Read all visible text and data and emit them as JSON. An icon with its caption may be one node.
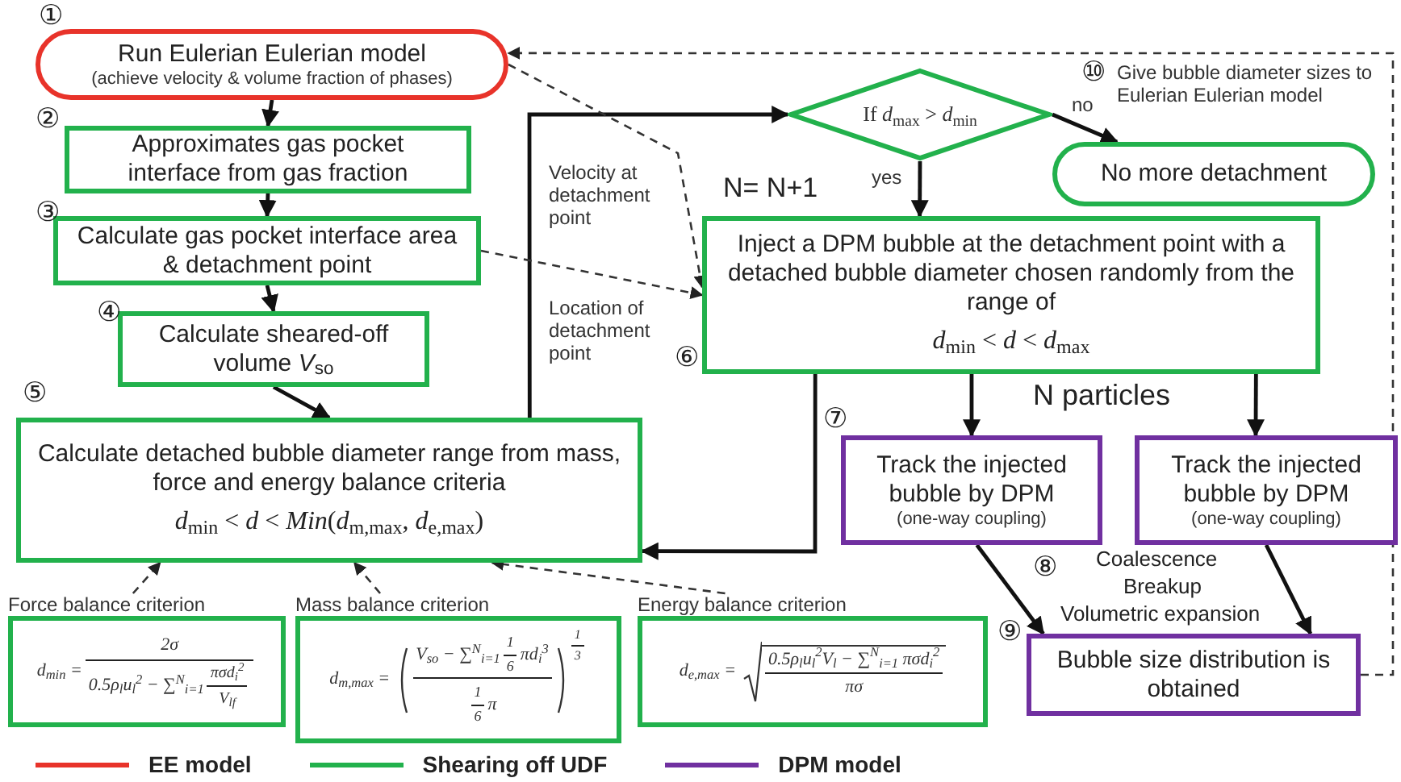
{
  "diagram": {
    "nodes": [
      {
        "text": [
          "Run Eulerian Eulerian model",
          "(achieve velocity & volume fraction of phases)"
        ]
      },
      {
        "text": [
          "Approximates gas pocket interface from gas fraction"
        ]
      },
      {
        "text": [
          "Calculate gas pocket interface area & detachment point"
        ]
      },
      {
        "text": [
          "Calculate sheared-off volume *V*$_{so}$"
        ]
      },
      {
        "text": [
          "Calculate detached bubble diameter range from mass, force and energy balance criteria",
          "*d*$_{min}$ < *d* < *Min*(*d*$_{m,max}$, *d*$_{e,max}$)"
        ]
      },
      {
        "text": [
          "Force balance criterion",
          "d$_{min}$ =",
          "2σ",
          "0.5ρ$_{l}$u$_{l}$$^{2}$ − ∑$^{N}$$_{i=1}$",
          "πσd$_{i}$$^{2}$",
          "V$_{lf}$"
        ]
      },
      {
        "text": [
          "Mass balance criterion",
          "d$_{m,max}$ =",
          "V$_{so}$ − ∑$^{N}$$_{i=1}$",
          "1",
          "6",
          "πd$_{i}$$^{3}$",
          "1",
          "6",
          "π",
          "1",
          "3"
        ]
      },
      {
        "text": [
          "Energy balance criterion",
          "d$_{e,max}$ =",
          "0.5ρ$_{l}$u$_{l}$$^{2}$V$_{l}$ − ∑$^{N}$$_{i=1}$ πσd$_{i}$$^{2}$",
          "πσ"
        ]
      },
      {
        "text": [
          "If *d*$_{max}$ > *d*$_{min}$"
        ]
      },
      {
        "text": [
          "No more detachment"
        ]
      },
      {
        "text": [
          "Inject a DPM bubble at the detachment point with a detached bubble diameter chosen randomly from the range of",
          "*d*$_{min}$ < *d* < *d*$_{max}$"
        ]
      },
      {
        "text": [
          "Track the injected bubble by DPM",
          "(one-way coupling)"
        ]
      },
      {
        "text": [
          "Track the injected bubble by DPM",
          "(one-way coupling)"
        ]
      },
      {
        "text": [
          "Bubble size distribution is obtained"
        ]
      }
    ],
    "edges": [
      {
        "from": 0,
        "to": 1,
        "arrow": "to"
      },
      {
        "from": 1,
        "to": 2,
        "arrow": "to"
      },
      {
        "from": 2,
        "to": 3,
        "arrow": "to"
      },
      {
        "from": 3,
        "to": 4,
        "arrow": "to"
      },
      {
        "from": 4,
        "to": 8,
        "arrow": "to"
      },
      {
        "from": 8,
        "to": 9,
        "arrow": "to",
        "label": "no"
      },
      {
        "from": 8,
        "to": 10,
        "arrow": "to",
        "label": "yes"
      },
      {
        "from": 0,
        "to": 10,
        "arrow": "to",
        "style": "dashed",
        "label": "Velocity at detachment point"
      },
      {
        "from": 2,
        "to": 10,
        "arrow": "to",
        "style": "dashed",
        "label": "Location of detachment point"
      },
      {
        "from": 10,
        "to": 4,
        "arrow": "to"
      },
      {
        "from": 10,
        "to": 11,
        "arrow": "to"
      },
      {
        "from": 10,
        "to": 12,
        "arrow": "to"
      },
      {
        "from": 11,
        "to": 13,
        "arrow": "to"
      },
      {
        "from": 12,
        "to": 13,
        "arrow": "to"
      },
      {
        "from": 13,
        "to": 0,
        "arrow": "to",
        "style": "dashed",
        "label": "Give bubble diameter sizes to Eulerian Eulerian model"
      },
      {
        "from": 5,
        "to": 4,
        "arrow": "to",
        "style": "dashed"
      },
      {
        "from": 6,
        "to": 4,
        "arrow": "to",
        "style": "dashed"
      },
      {
        "from": 7,
        "to": 4,
        "arrow": "to",
        "style": "dashed"
      }
    ],
    "labels": [
      "①",
      "⑩",
      "②",
      "N= N+1",
      "③",
      "④",
      "⑥",
      "⑤",
      "N particles",
      "⑦",
      "⑧",
      "Coalescence",
      "Breakup",
      "Volumetric expansion",
      "⑨"
    ],
    "legend": [
      {
        "text": "EE model",
        "color": "#e8332a"
      },
      {
        "text": "Shearing off UDF",
        "color": "#22b14c"
      },
      {
        "text": "DPM model",
        "color": "#7030a0"
      }
    ]
  }
}
